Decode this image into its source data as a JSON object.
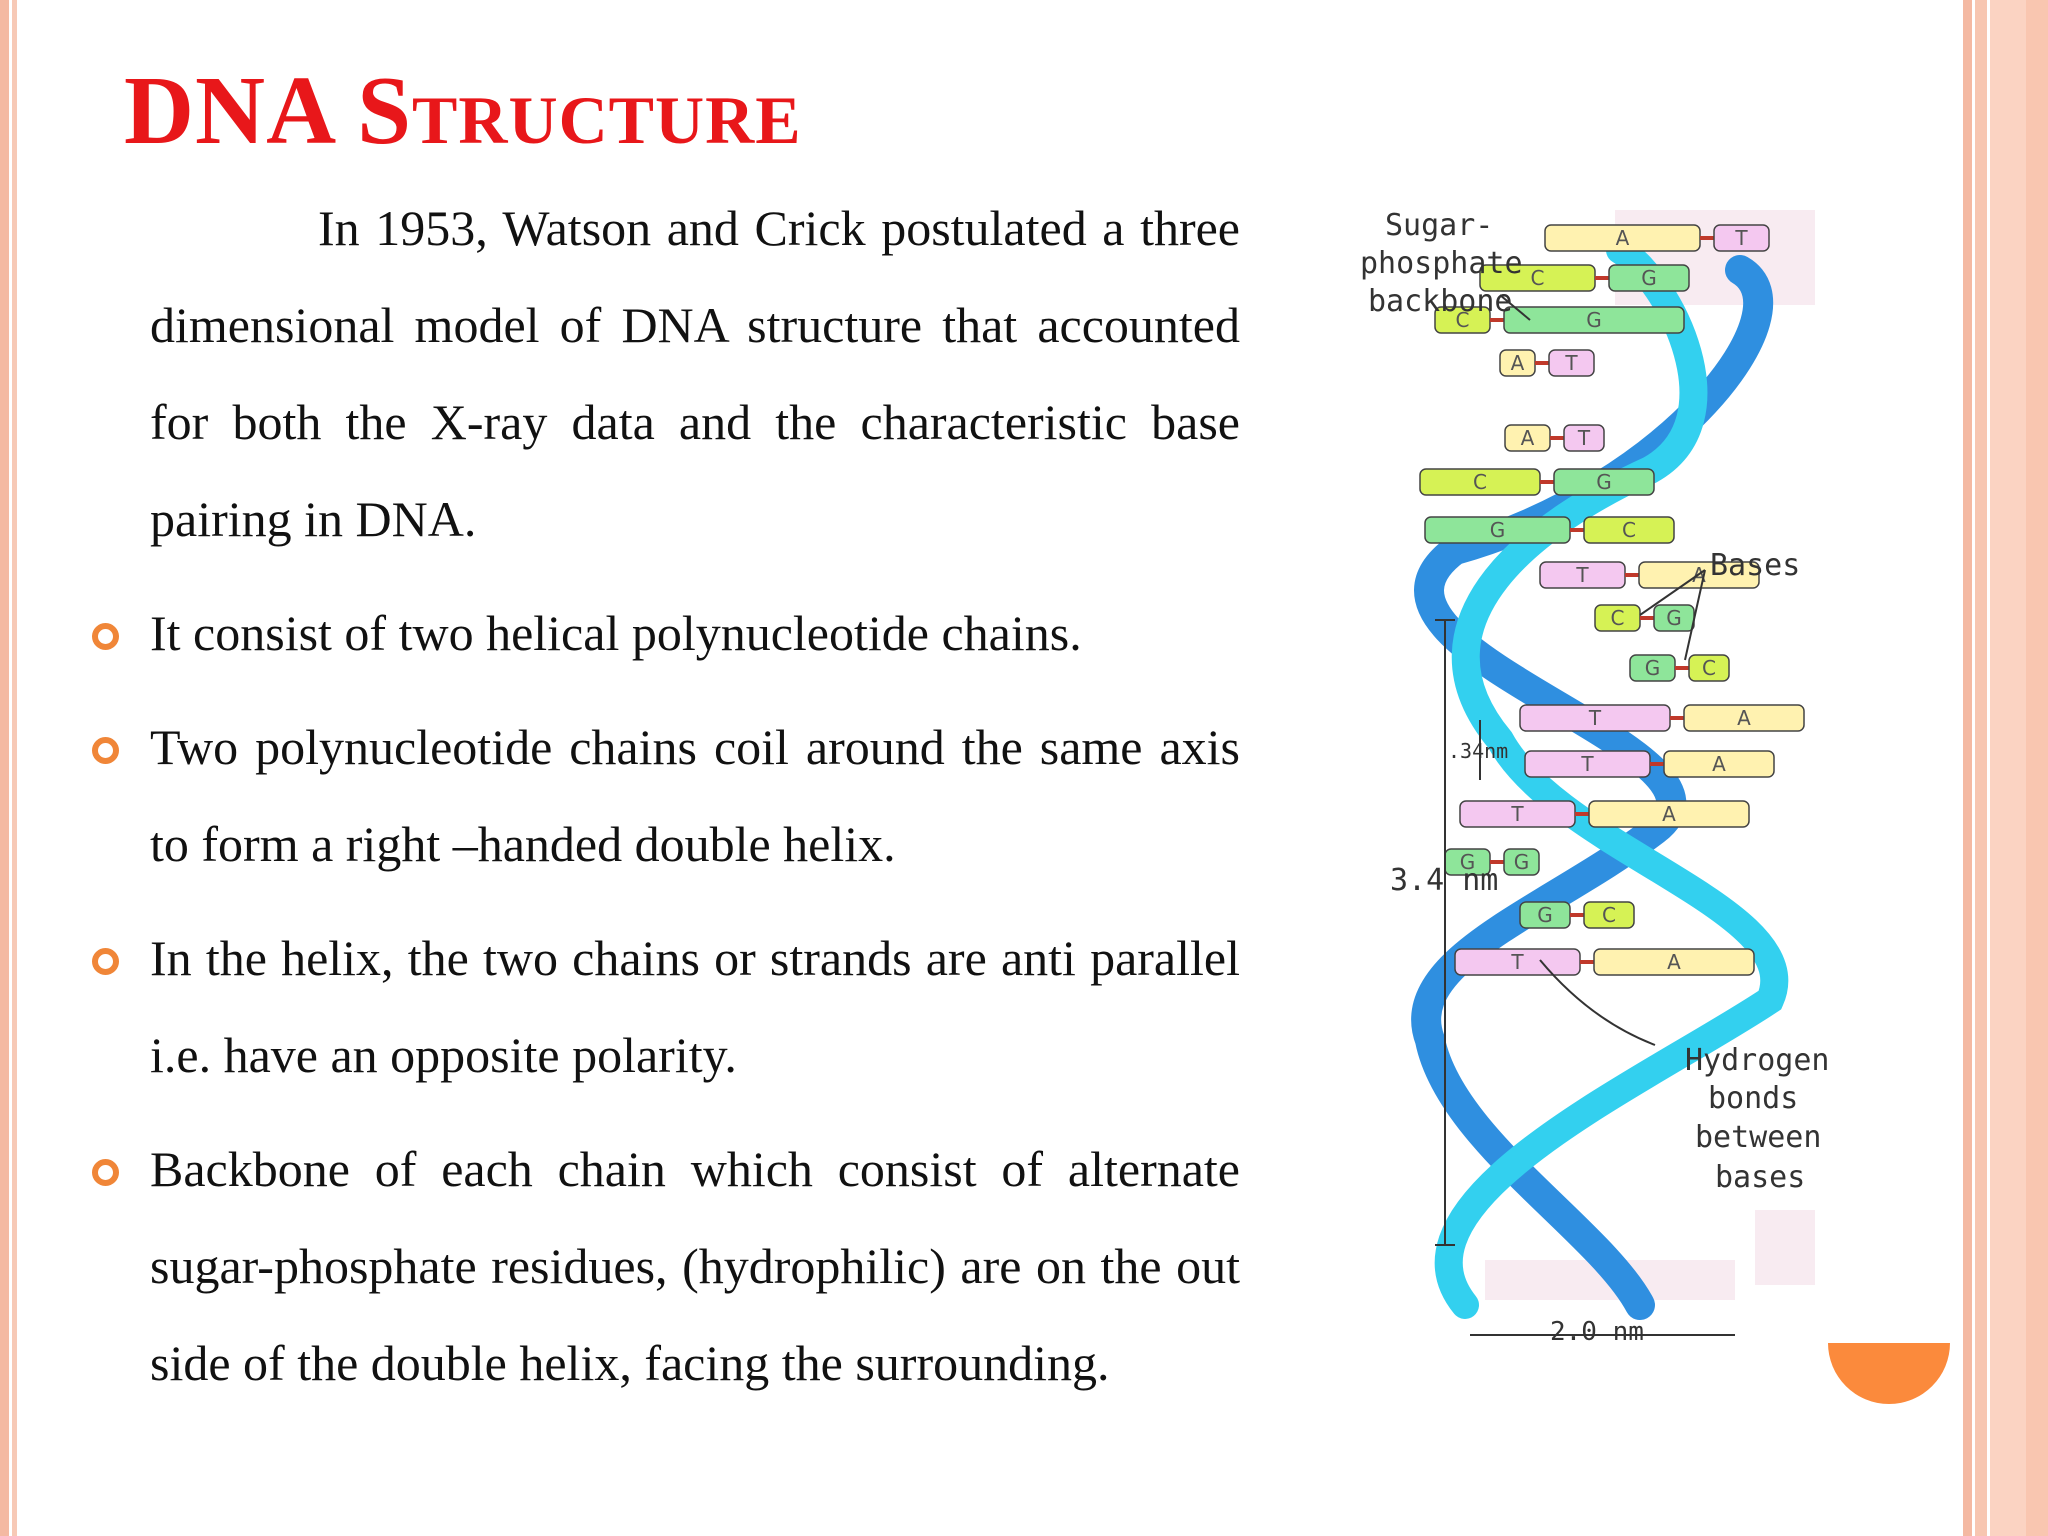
{
  "slide": {
    "title_first": "DNA",
    "title_second": "Structure",
    "intro": "In 1953, Watson and Crick postulated a three dimensional model of DNA structure that accounted for both the X-ray data and the characteristic base pairing in DNA.",
    "bullets": [
      "It consist of two helical polynucleotide chains.",
      "Two polynucleotide chains coil around the same axis to form a right –handed double helix.",
      "In the helix, the two chains or strands are anti parallel i.e. have an opposite polarity.",
      " Backbone of each chain which consist of alternate sugar-phosphate residues, (hydrophilic) are on the out side of the double helix, facing the surrounding."
    ]
  },
  "figure": {
    "label_backbone_1": "Sugar-",
    "label_backbone_2": "phosphate",
    "label_backbone_3": "backbone",
    "label_bases": "Bases",
    "label_hbond_1": "Hydrogen",
    "label_hbond_2": "bonds",
    "label_hbond_3": "between",
    "label_hbond_4": "bases",
    "label_rise": ".34nm",
    "label_pitch": "3.4 nm",
    "label_width": "2.0 nm",
    "base_pairs": [
      {
        "left": "A",
        "right": "T"
      },
      {
        "left": "C",
        "right": "G"
      },
      {
        "left": "C",
        "right": "G"
      },
      {
        "left": "A",
        "right": "T"
      },
      {
        "left": "A",
        "right": "T"
      },
      {
        "left": "C",
        "right": "G"
      },
      {
        "left": "G",
        "right": "C"
      },
      {
        "left": "T",
        "right": "A"
      },
      {
        "left": "C",
        "right": "G"
      },
      {
        "left": "G",
        "right": "C"
      },
      {
        "left": "T",
        "right": "A"
      },
      {
        "left": "T",
        "right": "A"
      },
      {
        "left": "T",
        "right": "A"
      },
      {
        "left": "G",
        "right": "G"
      },
      {
        "left": "G",
        "right": "C"
      },
      {
        "left": "T",
        "right": "A"
      }
    ],
    "colors": {
      "strand_dark": "#2f8fe0",
      "strand_light": "#33d0ef",
      "A": "#fff2b0",
      "T": "#f4c8f0",
      "C": "#d6f255",
      "G": "#8ee59a",
      "bond": "#c0392b"
    }
  }
}
